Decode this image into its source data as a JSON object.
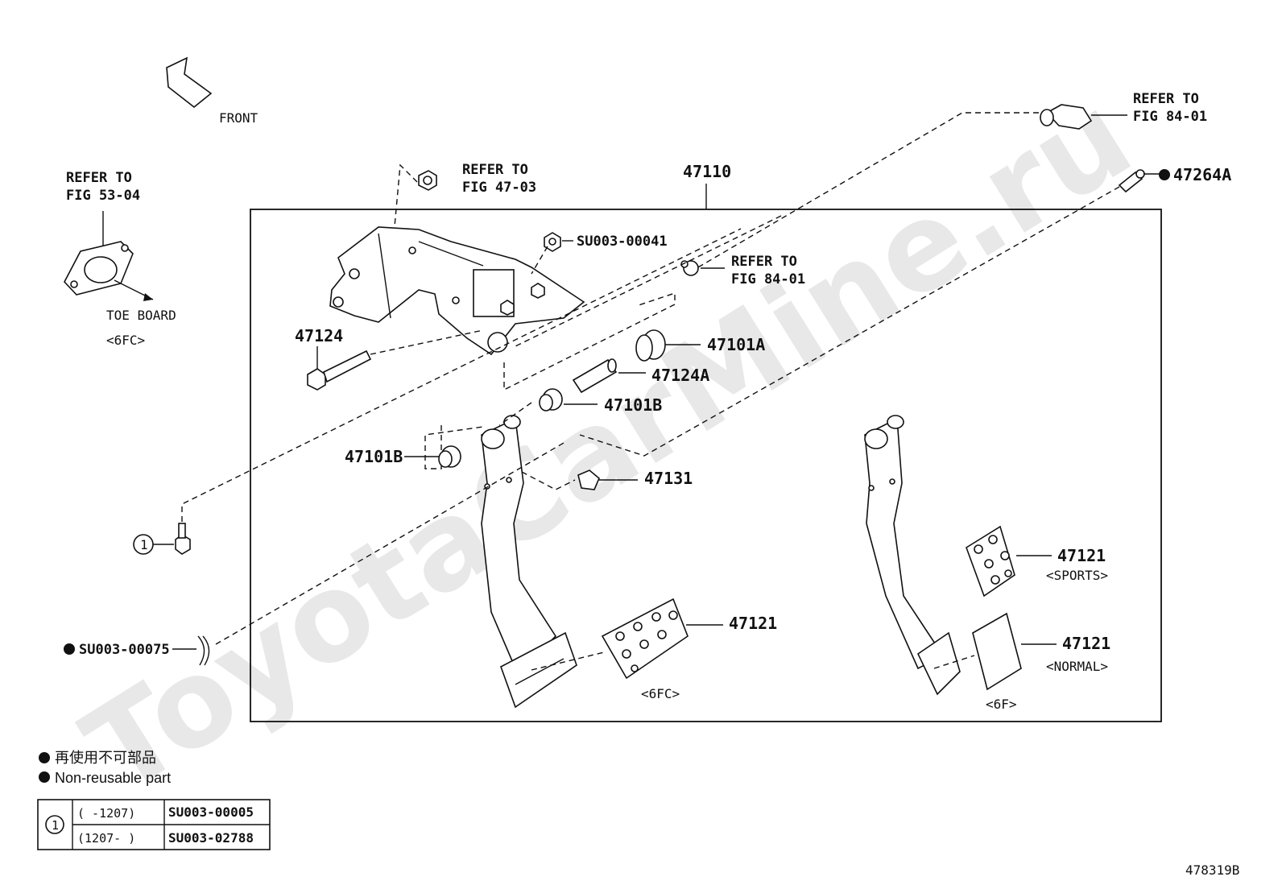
{
  "watermark": "ToyotaCarMine.ru",
  "front_label": "FRONT",
  "assembly_number": "47110",
  "refs": {
    "fig_53_04": [
      "REFER TO",
      "FIG 53-04"
    ],
    "fig_47_03": [
      "REFER TO",
      "FIG 47-03"
    ],
    "fig_84_01_top": [
      "REFER TO",
      "FIG 84-01"
    ],
    "fig_84_01_mid": [
      "REFER TO",
      "FIG 84-01"
    ]
  },
  "toe_board": [
    "TOE BOARD",
    "<6FC>"
  ],
  "parts": {
    "p47264A": "47264A",
    "su00041": "SU003-00041",
    "p47124": "47124",
    "p47101A": "47101A",
    "p47124A": "47124A",
    "p47101B_right": "47101B",
    "p47101B_left": "47101B",
    "p47131": "47131",
    "p47121_6fc": "47121",
    "p47121_sports": "47121",
    "p47121_normal": "47121",
    "su00075": "SU003-00075",
    "callout_1": "1"
  },
  "variants": {
    "sports": "<SPORTS>",
    "normal": "<NORMAL>",
    "six_fc": "<6FC>",
    "six_f": "<6F>"
  },
  "legend": {
    "japanese": "再使用不可部品",
    "english": "Non-reusable part"
  },
  "table": {
    "callout": "1",
    "rows": [
      {
        "range": "(      -1207)",
        "part": "SU003-00005"
      },
      {
        "range": "(1207-      )",
        "part": "SU003-02788"
      }
    ]
  },
  "illustration_id": "478319B"
}
